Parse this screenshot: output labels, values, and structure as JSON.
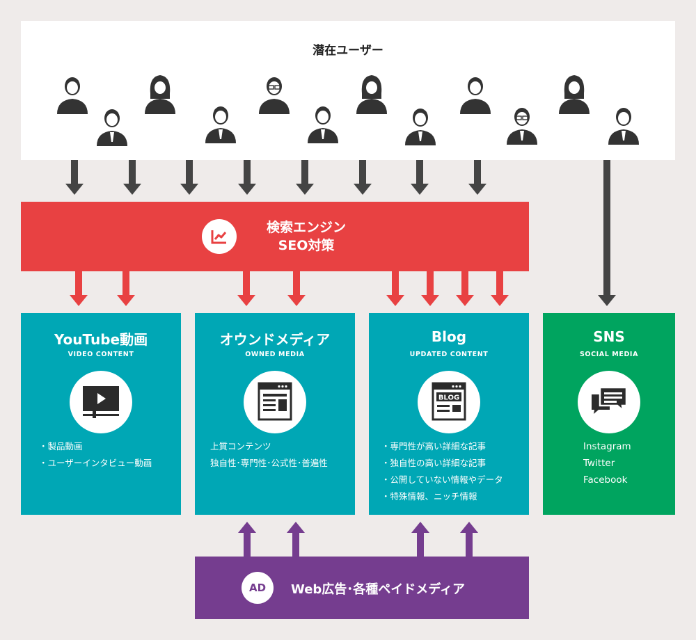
{
  "users": {
    "title": "潜在ユーザー",
    "icon": "person-icon",
    "count": 12
  },
  "seo": {
    "title_line1": "検索エンジン",
    "title_line2": "SEO対策",
    "icon": "trending-chart-icon"
  },
  "cards": [
    {
      "id": "youtube",
      "title": "YouTube動画",
      "subtitle": "VIDEO CONTENT",
      "icon": "video-player-icon",
      "color": "#00a7b5",
      "items": [
        "・製品動画",
        "・ユーザーインタビュー動画"
      ]
    },
    {
      "id": "owned",
      "title": "オウンドメディア",
      "subtitle": "OWNED MEDIA",
      "icon": "web-page-icon",
      "color": "#00a7b5",
      "items": [
        "上質コンテンツ",
        "独自性･専門性･公式性･普遍性"
      ]
    },
    {
      "id": "blog",
      "title": "Blog",
      "subtitle": "UPDATED CONTENT",
      "icon": "blog-page-icon",
      "color": "#00a7b5",
      "items": [
        "・専門性が高い詳細な記事",
        "・独自性の高い詳細な記事",
        "・公開していない情報やデータ",
        "・特殊情報、ニッチ情報"
      ]
    },
    {
      "id": "sns",
      "title": "SNS",
      "subtitle": "SOCIAL MEDIA",
      "icon": "chat-bubbles-icon",
      "color": "#00a45f",
      "items": [
        "Instagram",
        "Twitter",
        "Facebook"
      ]
    }
  ],
  "ad": {
    "badge": "AD",
    "label": "Web広告･各種ペイドメディア"
  },
  "colors": {
    "background": "#efebea",
    "seo": "#e84142",
    "content": "#00a7b5",
    "sns": "#00a45f",
    "ad": "#753d8f",
    "gray_arrow": "#444444"
  }
}
